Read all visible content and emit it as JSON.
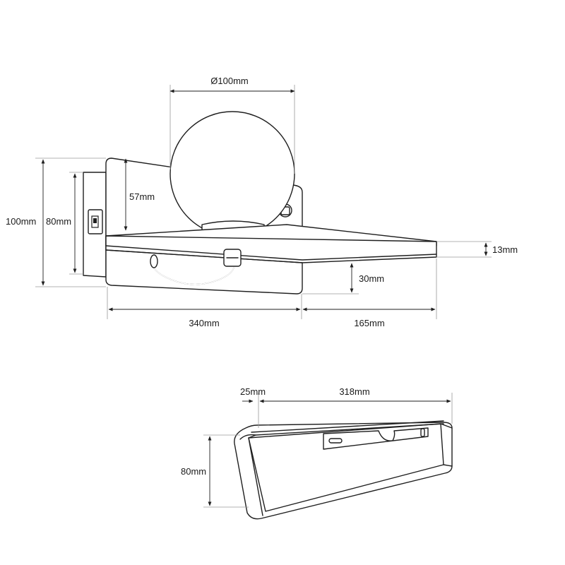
{
  "dimensions": {
    "globe_diameter": "Ø100mm",
    "globe_height": "57mm",
    "total_height": "100mm",
    "plate_height": "80mm",
    "shelf_thickness": "13mm",
    "shelf_gap": "30mm",
    "wall_plate_width": "340mm",
    "shelf_overhang": "165mm",
    "tray_offset": "25mm",
    "tray_length": "318mm",
    "tray_height": "80mm"
  },
  "icons": {
    "usb_port": "usb-port-icon",
    "globe": "globe-lamp-icon"
  },
  "colors": {
    "outline": "#1f1f1f",
    "extension_line": "#9a9a9a"
  }
}
